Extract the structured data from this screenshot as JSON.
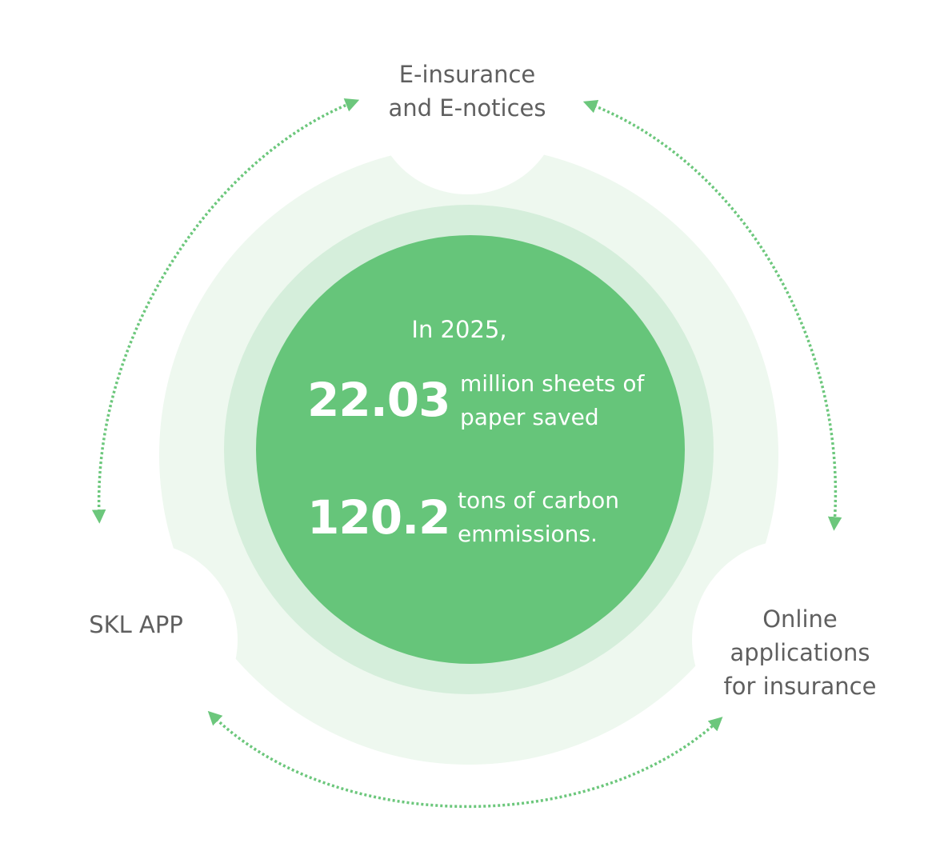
{
  "labels": {
    "top": [
      "E-insurance",
      "and E-notices"
    ],
    "left": [
      "SKL APP"
    ],
    "right": [
      "Online",
      "applications",
      "for insurance"
    ]
  },
  "center": {
    "intro": "In 2025,",
    "stat1": {
      "value": "22.03",
      "description": [
        "million sheets of",
        "paper saved"
      ]
    },
    "stat2": {
      "value": "120.2",
      "description": [
        "tons of carbon",
        "emmissions."
      ]
    }
  },
  "colors": {
    "outer_ring": "#eef8ef",
    "middle_ring": "#d5eedb",
    "inner_circle": "#66c57a",
    "arrow": "#6cc77c",
    "label_text": "#5f5f5f"
  }
}
